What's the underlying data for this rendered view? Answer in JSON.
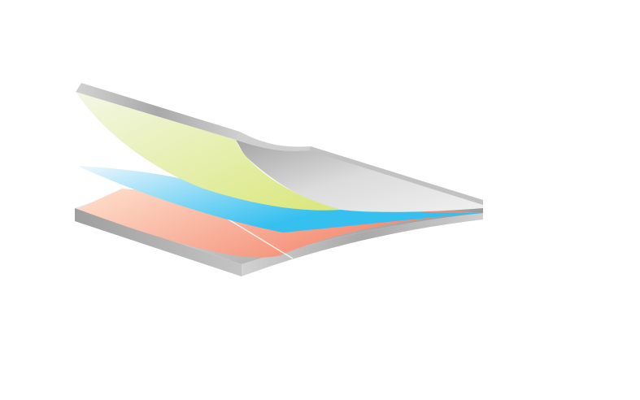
{
  "diagram": {
    "layers": [
      {
        "name": "top-panel",
        "colors": [
          "#f4f7e6",
          "#d9e77a"
        ]
      },
      {
        "name": "blue-layer",
        "colors": [
          "#eef7fd",
          "#35c0ef"
        ]
      },
      {
        "name": "orange-layer",
        "colors": [
          "#fde2cf",
          "#f58a72"
        ]
      },
      {
        "name": "base-plate",
        "colors": [
          "#ececec",
          "#9a9a9a"
        ]
      }
    ],
    "edge_color": "#b9b9b9",
    "background": "#ffffff"
  }
}
